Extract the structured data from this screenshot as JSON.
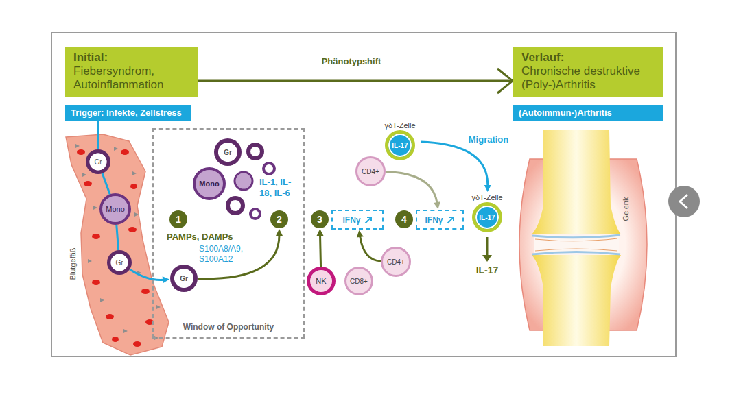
{
  "diagram": {
    "nodes": [
      {
        "text": [
          "Initial:",
          "Fiebersyndrom, Autoinflammation"
        ]
      },
      {
        "text": [
          "Trigger: Infekte, Zellstress"
        ]
      },
      {
        "text": [
          "Verlauf:",
          "Chronische destruktive (Poly-)Arthritis"
        ]
      },
      {
        "text": [
          "(Autoimmun-)Arthritis"
        ]
      },
      {
        "text": [
          "Gr"
        ]
      },
      {
        "text": [
          "Mono"
        ]
      },
      {
        "text": [
          "Gr"
        ]
      },
      {
        "text": [
          "Window of Opportunity"
        ]
      },
      {
        "text": [
          "Gr"
        ],
        "in": 7
      },
      {
        "text": [
          "Mono"
        ],
        "in": 7
      },
      {
        "text": [
          "1"
        ],
        "in": 7
      },
      {
        "text": [
          "2"
        ],
        "in": 7
      },
      {
        "text": [
          "Gr"
        ],
        "in": 7
      },
      {
        "text": [
          "3"
        ]
      },
      {
        "text": [
          "IFNγ"
        ]
      },
      {
        "text": [
          "NK"
        ]
      },
      {
        "text": [
          "CD8+"
        ]
      },
      {
        "text": [
          "CD4+"
        ]
      },
      {
        "text": [
          "CD4+"
        ]
      },
      {
        "text": [
          "γδT-Zelle",
          "IL-17"
        ]
      },
      {
        "text": [
          "4"
        ]
      },
      {
        "text": [
          "IFNγ"
        ]
      },
      {
        "text": [
          "γδT-Zelle",
          "IL-17"
        ]
      }
    ],
    "edges": [
      {
        "from": 0,
        "to": 2,
        "label": "Phänotypshift",
        "arrow": "to"
      },
      {
        "from": 1,
        "to": 4,
        "arrow": "none"
      },
      {
        "from": 4,
        "to": 5,
        "arrow": "none"
      },
      {
        "from": 5,
        "to": 6,
        "arrow": "none"
      },
      {
        "from": 6,
        "to": 12,
        "arrow": "to"
      },
      {
        "from": 12,
        "to": 11,
        "arrow": "to"
      },
      {
        "from": 15,
        "to": 13,
        "arrow": "to"
      },
      {
        "from": 17,
        "to": 14,
        "arrow": "to"
      },
      {
        "from": 18,
        "to": 21,
        "arrow": "to"
      },
      {
        "from": 19,
        "to": 22,
        "label": "Migration",
        "arrow": "to"
      }
    ],
    "labels": [
      "Blutgefäß",
      "PAMPs, DAMPs",
      "S100A8/A9, S100A12",
      "IL-1, IL-18, IL-6",
      "IL-17",
      "Gelenk"
    ]
  }
}
